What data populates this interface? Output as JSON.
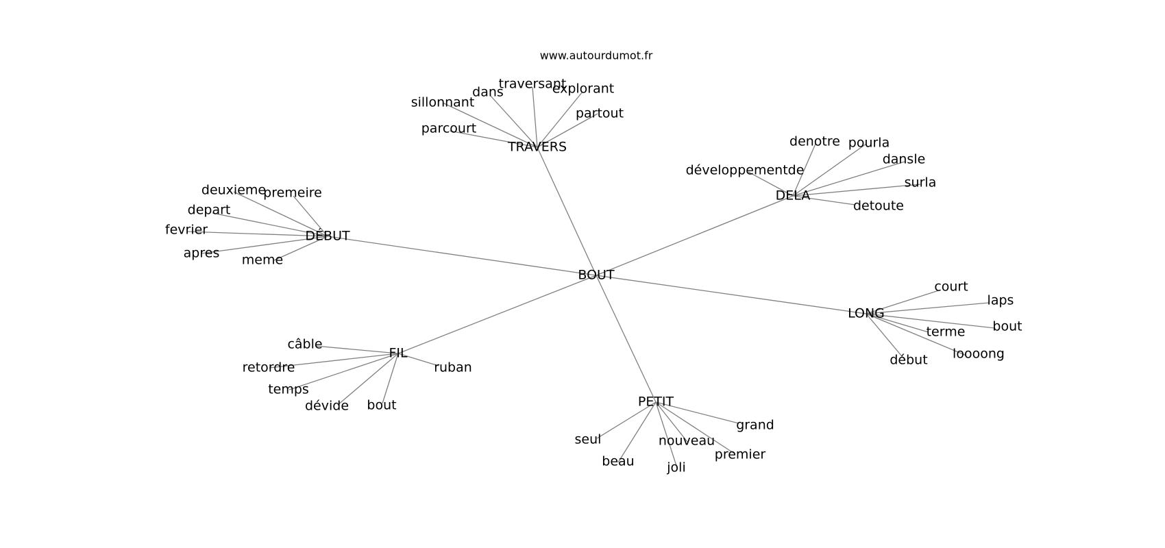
{
  "site": "www.autourdumot.fr",
  "center": "BOUT",
  "hubs": [
    {
      "id": "travers",
      "label": "TRAVERS",
      "leaves": [
        "sillonnant",
        "dans",
        "traversant",
        "explorant",
        "partout",
        "parcourt"
      ]
    },
    {
      "id": "dela",
      "label": "DELA",
      "leaves": [
        "denotre",
        "pourla",
        "dansle",
        "développementde",
        "surla",
        "detoute"
      ]
    },
    {
      "id": "debut",
      "label": "DÉBUT",
      "leaves": [
        "deuxieme",
        "premeire",
        "depart",
        "fevrier",
        "apres",
        "meme"
      ]
    },
    {
      "id": "long",
      "label": "LONG",
      "leaves": [
        "court",
        "laps",
        "bout",
        "terme",
        "loooong",
        "début"
      ]
    },
    {
      "id": "fil",
      "label": "FIL",
      "leaves": [
        "câble",
        "retordre",
        "ruban",
        "temps",
        "dévide",
        "bout"
      ]
    },
    {
      "id": "petit",
      "label": "PETIT",
      "leaves": [
        "grand",
        "seul",
        "nouveau",
        "premier",
        "beau",
        "joli"
      ]
    }
  ]
}
